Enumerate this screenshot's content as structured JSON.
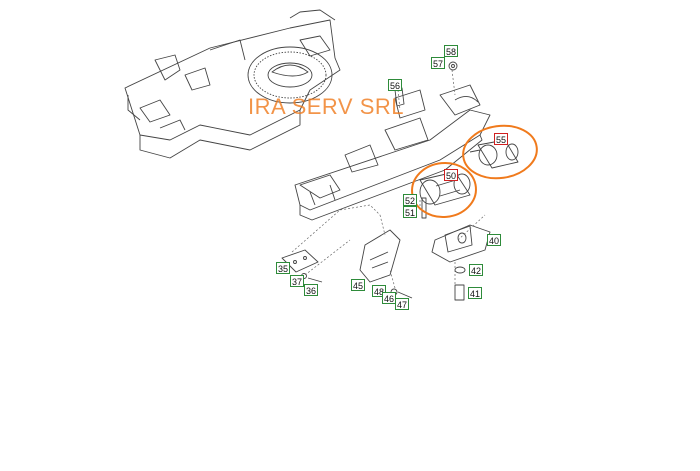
{
  "watermark": "IRA SERV SRL",
  "colors": {
    "callout_green": "#2e8b3a",
    "callout_red": "#d02020",
    "highlight": "#f07a1c",
    "line": "#444444"
  },
  "callouts": {
    "c58": "58",
    "c57": "57",
    "c56": "56",
    "c55": "55",
    "c50": "50",
    "c52": "52",
    "c51": "51",
    "c40": "40",
    "c35": "35",
    "c37": "37",
    "c36": "36",
    "c45": "45",
    "c48": "48",
    "c46": "46",
    "c47": "47",
    "c42": "42",
    "c41": "41"
  }
}
